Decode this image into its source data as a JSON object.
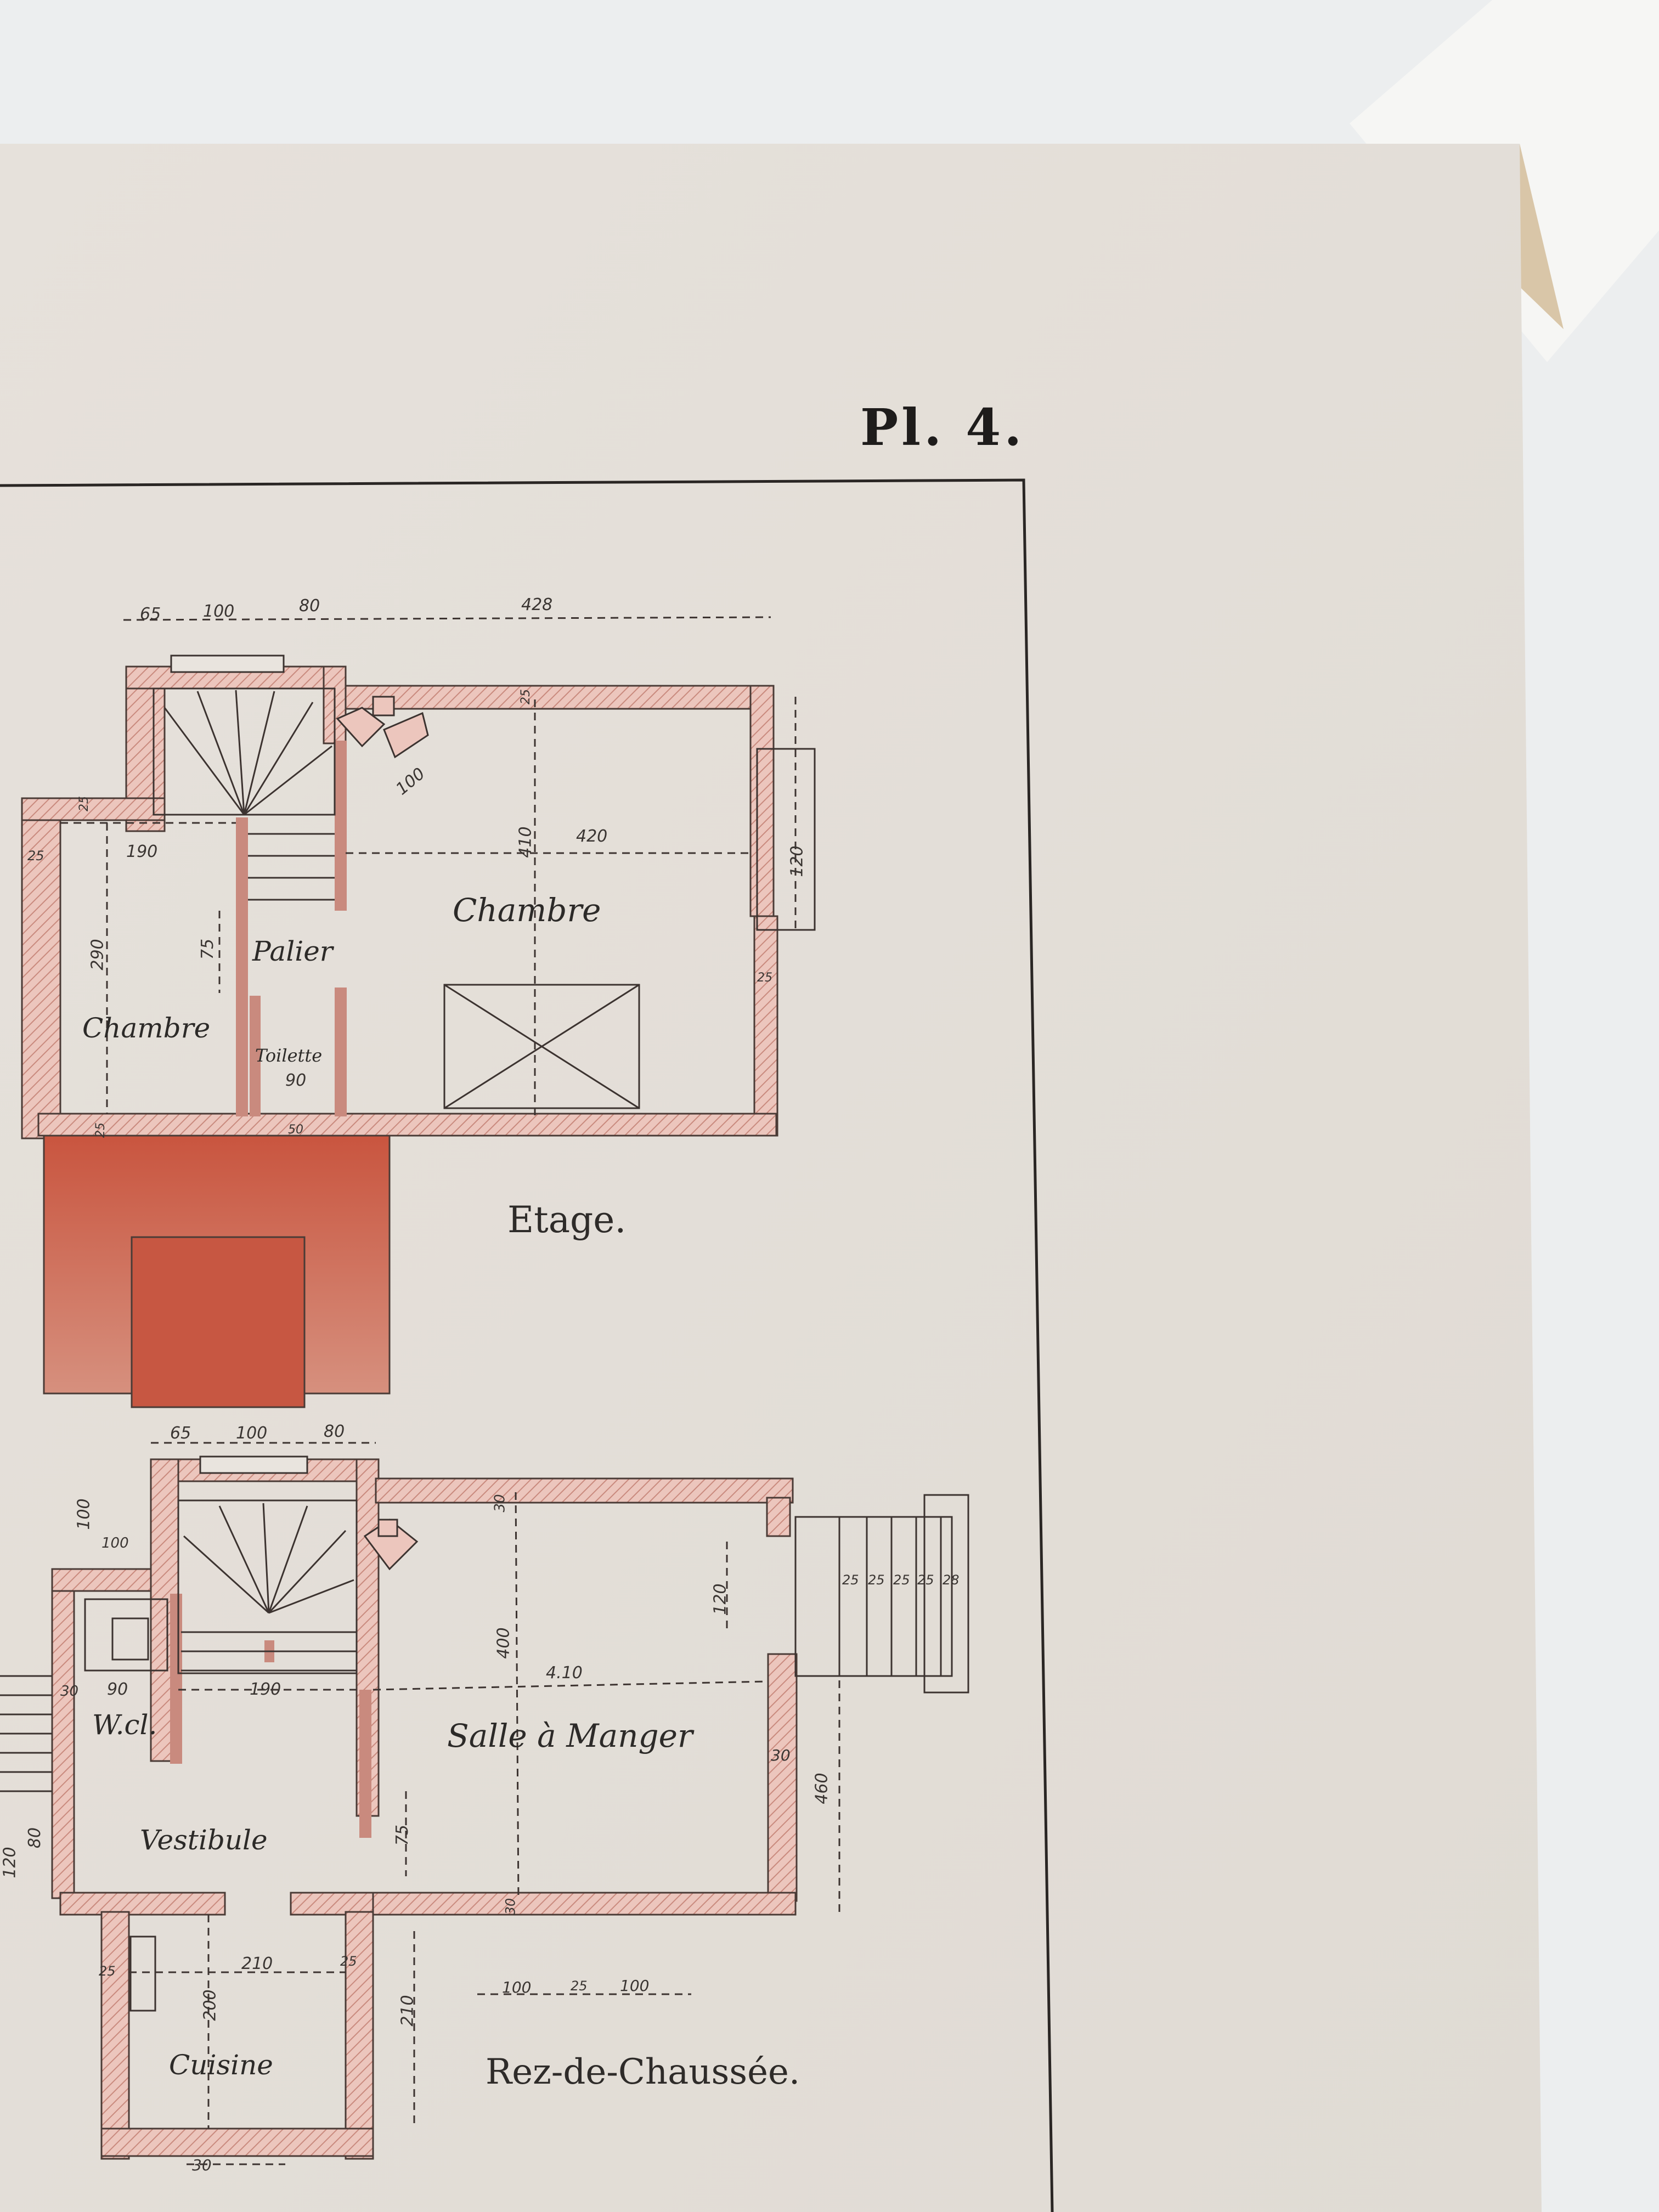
{
  "plate": {
    "label": "Pl. 4."
  },
  "floors": {
    "upper": {
      "title": "Etage.",
      "rooms": {
        "chambre_main": "Chambre",
        "chambre_small": "Chambre",
        "palier": "Palier",
        "toilette": "Toilette"
      },
      "dims": {
        "d1": "65",
        "d2": "100",
        "d3": "80",
        "d4": "428",
        "d5": "100",
        "d6": "410",
        "d7": "420",
        "d8": "120",
        "d9": "190",
        "d10": "290",
        "d11": "75",
        "d12": "90",
        "d13": "25",
        "d14": "25",
        "d15": "25",
        "d16": "25",
        "d17": "25",
        "d18": "50"
      }
    },
    "ground": {
      "title": "Rez-de-Chaussée.",
      "rooms": {
        "salle": "Salle à Manger",
        "vestibule": "Vestibule",
        "wc": "W.cl.",
        "cuisine": "Cuisine"
      },
      "dims": {
        "g1": "65",
        "g2": "100",
        "g3": "80",
        "g4": "100",
        "g5": "100",
        "g6": "30",
        "g7": "120",
        "g8": "400",
        "g9": "4.10",
        "g10": "190",
        "g11": "90",
        "g12": "30",
        "g13": "30",
        "g14": "460",
        "g15": "75",
        "g16": "80",
        "g17": "210",
        "g18": "200",
        "g19": "25",
        "g20": "25",
        "g21": "210",
        "g22": "100",
        "g23": "25",
        "g24": "100",
        "g25": "30",
        "g26": "30",
        "g27": "25",
        "g28": "25",
        "g29": "25",
        "g30": "25",
        "g31": "28",
        "g32": "120"
      }
    }
  }
}
